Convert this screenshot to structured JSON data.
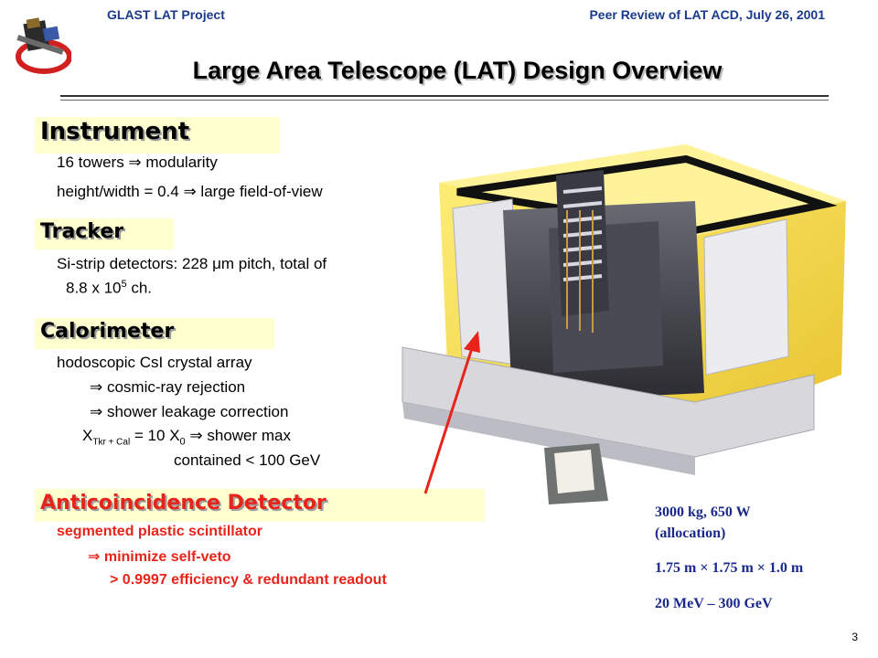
{
  "header": {
    "project": "GLAST LAT Project",
    "review": "Peer Review of LAT ACD, July 26, 2001"
  },
  "title": "Large Area Telescope (LAT) Design Overview",
  "sections": {
    "instrument": {
      "heading": "Instrument",
      "line1": "16 towers ⇒ modularity",
      "line2": "height/width = 0.4  ⇒ large field-of-view"
    },
    "tracker": {
      "heading": "Tracker",
      "line1": "Si-strip detectors: 228 μm pitch, total of",
      "line2_base": "8.8 x 10",
      "line2_exp": "5",
      "line2_tail": " ch."
    },
    "calorimeter": {
      "heading": "Calorimeter",
      "line1": "hodoscopic CsI crystal array",
      "line2": "⇒ cosmic-ray rejection",
      "line3": "⇒ shower leakage correction",
      "line4_x": "X",
      "line4_sub": "Tkr + Cal",
      "line4_mid": " = 10 X",
      "line4_sub2": "0",
      "line4_tail": " ⇒ shower max",
      "line5": "contained < 100 GeV"
    },
    "acd": {
      "heading": "Anticoincidence Detector",
      "line1": "segmented plastic scintillator",
      "line2": "⇒ minimize self-veto",
      "line3": "> 0.9997 efficiency & redundant readout"
    }
  },
  "specs": {
    "mass_power": "3000 kg,  650 W",
    "allocation": "(allocation)",
    "dimensions": "1.75 m × 1.75 m × 1.0 m",
    "energy": "20 MeV – 300 GeV"
  },
  "page_number": "3",
  "colors": {
    "header_blue": "#1a3a8c",
    "band_yellow": "#ffffd0",
    "acd_red": "#e8241a",
    "spec_blue": "#1a2a8c"
  }
}
